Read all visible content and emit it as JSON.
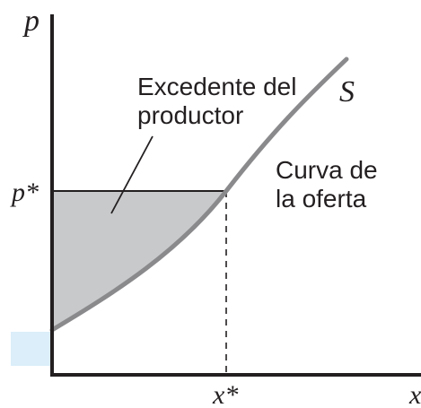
{
  "diagram": {
    "axis_labels": {
      "y": "p",
      "x": "x"
    },
    "ticks": {
      "p_star": "p*",
      "x_star": "x*"
    },
    "annotations": {
      "surplus_line1": "Excedente del",
      "surplus_line2": "productor",
      "curve_name": "S",
      "curve_desc_line1": "Curva de",
      "curve_desc_line2": "la oferta"
    },
    "colors": {
      "curve": "#8a8a8d",
      "surplus_fill": "#c8c9cb",
      "axis": "#231f20",
      "corner_mark": "#dbeef9"
    }
  }
}
